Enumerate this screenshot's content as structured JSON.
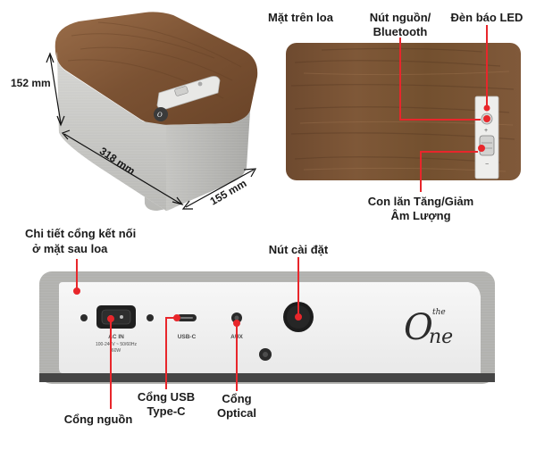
{
  "dimensions": {
    "height": "152 mm",
    "length": "318 mm",
    "width": "155 mm"
  },
  "top_view": {
    "surface_label": "Mặt trên loa",
    "power_button_label_1": "Nút nguồn/",
    "power_button_label_2": "Bluetooth",
    "led_label": "Đèn báo LED",
    "volume_label_1": "Con lăn Tăng/Giảm",
    "volume_label_2": "Âm Lượng"
  },
  "rear_panel": {
    "title_line_1": "Chi tiết cổng kết nối",
    "title_line_2": "ở mặt sau loa",
    "reset_label": "Nút cài đặt",
    "ac_port_caption": "AC IN",
    "ac_port_spec_1": "100-240V ~ 50/60Hz",
    "ac_port_spec_2": "60W",
    "usb_port_caption": "USB-C",
    "aux_port_caption": "AUX",
    "power_port_label": "Cổng nguồn",
    "usb_label_1": "Cổng USB",
    "usb_label_2": "Type-C",
    "optical_label_1": "Cổng",
    "optical_label_2": "Optical"
  },
  "colors": {
    "callout_red": "#e8262b",
    "wood": "#7a5234",
    "fabric": "#c9c9c6"
  }
}
